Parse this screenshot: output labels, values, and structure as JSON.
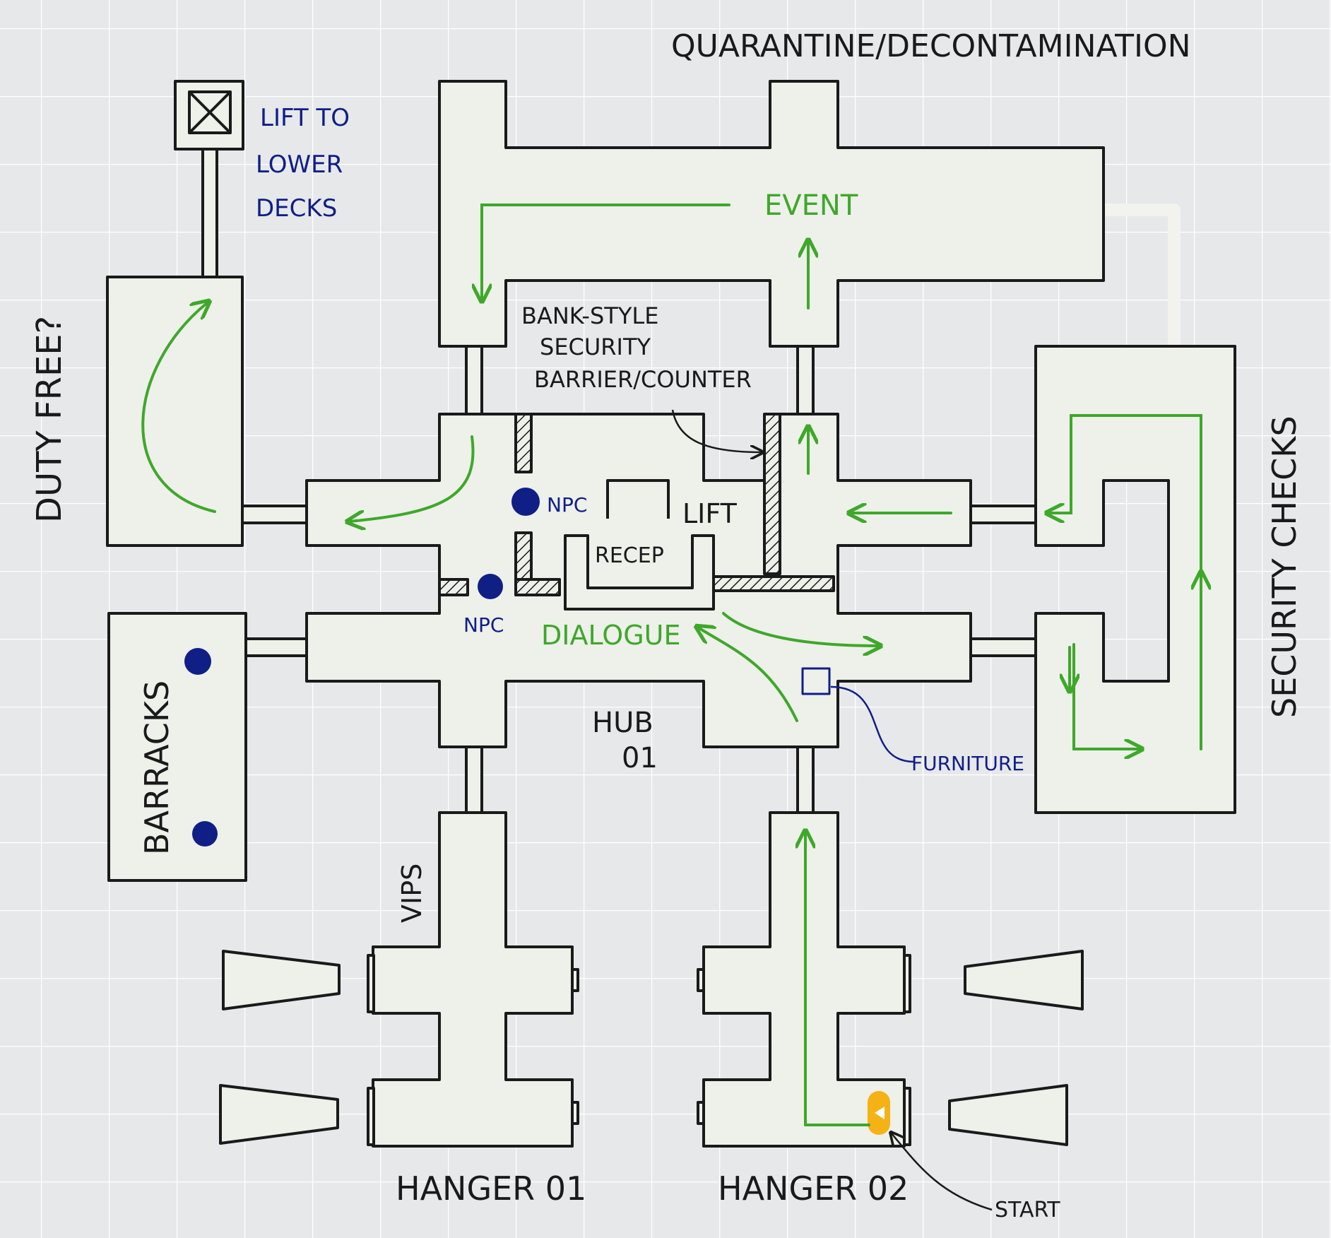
{
  "labels": {
    "quarantine": "QUARANTINE/DECONTAMINATION",
    "lift_lower_1": "LIFT TO",
    "lift_lower_2": "LOWER",
    "lift_lower_3": "DECKS",
    "duty_free": "DUTY FREE?",
    "bank_1": "BANK-STYLE",
    "bank_2": "SECURITY",
    "bank_3": "BARRIER/COUNTER",
    "event": "EVENT",
    "npc_top": "NPC",
    "npc_bottom": "NPC",
    "lift": "LIFT",
    "recep": "RECEP",
    "dialogue": "DIALOGUE",
    "hub_1": "HUB",
    "hub_2": "01",
    "furniture": "FURNITURE",
    "barracks": "BARRACKS",
    "security_checks": "SECURITY CHECKS",
    "vips": "VIPS",
    "hanger_01": "HANGER 01",
    "hanger_02": "HANGER 02",
    "start": "START"
  },
  "colors": {
    "paper": "#e7e8ea",
    "grid": "#ffffff",
    "room_fill": "#eef0ea",
    "ink": "#1a1a1a",
    "path_green": "#3ea82a",
    "npc_blue": "#0f1f86",
    "start_marker": "#f5b214"
  }
}
